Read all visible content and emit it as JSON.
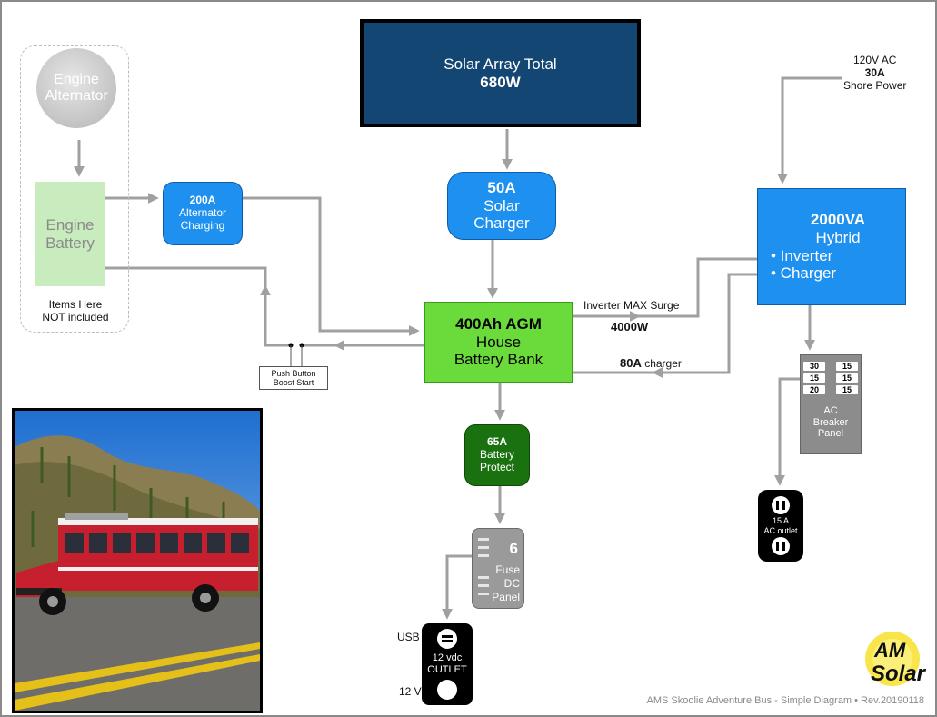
{
  "solar_array": {
    "line1": "Solar Array Total",
    "line2": "680W"
  },
  "solar_charger": {
    "amps": "50A",
    "line2": "Solar",
    "line3": "Charger"
  },
  "battery_bank": {
    "line1": "400Ah AGM",
    "line2": "House",
    "line3": "Battery Bank"
  },
  "alternator_charging": {
    "amps": "200A",
    "line2": "Alternator",
    "line3": "Charging"
  },
  "not_included": {
    "alternator": [
      "Engine",
      "Alternator"
    ],
    "engine_battery": [
      "Engine",
      "Battery"
    ],
    "note": [
      "Items Here",
      "NOT included"
    ]
  },
  "push_button": [
    "Push Button",
    "Boost Start"
  ],
  "shore_power": {
    "line1": "120V AC",
    "line2": "30A",
    "line3": "Shore Power"
  },
  "inverter": {
    "line1": "2000VA",
    "line2": "Hybrid",
    "line3": "• Inverter",
    "line4": "• Charger"
  },
  "surge": {
    "label": "Inverter MAX Surge",
    "value": "4000W"
  },
  "charger_rate": {
    "value": "80A",
    "label": "charger"
  },
  "ac_breaker": {
    "ratings": [
      "30",
      "15",
      "15",
      "15",
      "20",
      "15"
    ],
    "line1": "AC",
    "line2": "Breaker",
    "line3": "Panel"
  },
  "ac_outlet": {
    "line1": "15 A",
    "line2": "AC outlet"
  },
  "battery_protect": {
    "amps": "65A",
    "line2": "Battery",
    "line3": "Protect"
  },
  "fuse_panel": {
    "count": "6",
    "line1": "Fuse",
    "line2": "DC",
    "line3": "Panel"
  },
  "dc_outlet": {
    "line1": "12 vdc",
    "line2": "OUTLET",
    "usb_label": "USB ->",
    "v_label": "12 V ->"
  },
  "logo": {
    "line1": "AM",
    "line2": "Solar"
  },
  "footer": "AMS Skoolie Adventure Bus - Simple Diagram • Rev.20190118",
  "colors": {
    "solar": "#144673",
    "blue": "#1e90f0",
    "battery": "#6bdb3c",
    "protect": "#19720f",
    "wire": "#a0a0a0"
  }
}
